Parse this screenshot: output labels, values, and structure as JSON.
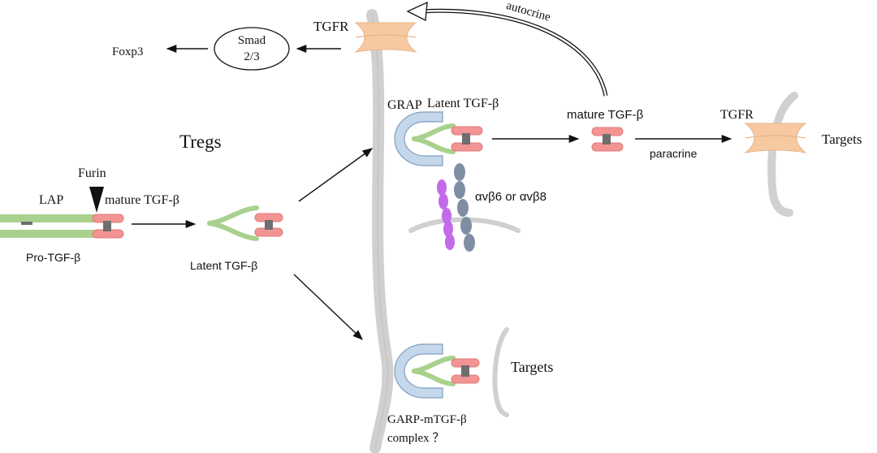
{
  "labels": {
    "tgfr_top": "TGFR",
    "autocrine": "autocrine",
    "smad": "Smad",
    "smad_sub": "2/3",
    "foxp3": "Foxp3",
    "grap": "GRAP",
    "latent_top": "Latent TGF-β",
    "mature_right": "mature TGF-β",
    "tgfr_right": "TGFR",
    "targets_right": "Targets",
    "paracrine": "paracrine",
    "tregs": "Tregs",
    "furin": "Furin",
    "lap": "LAP",
    "mature_left": "mature TGF-β",
    "integrin": "αvβ6 or αvβ8",
    "pro_tgf": "Pro-TGF-β",
    "latent_mid": "Latent TGF-β",
    "targets_bottom": "Targets",
    "garp_line1": "GARP-mTGF-β",
    "garp_line2": "complex ？"
  },
  "colors": {
    "membrane": "#d0d0d0",
    "membrane_edge": "#b5b5b5",
    "receptor": "#f6c9a2",
    "receptor_edge": "#eab48a",
    "tgf_red": "#f29493",
    "tgf_red_edge": "#e07a79",
    "lap_green": "#a9d18e",
    "garp_blue": "#c5d7ea",
    "garp_blue_edge": "#7f9fc1",
    "linker": "#6e6e6e",
    "integrin_purple": "#c26be8",
    "integrin_gray": "#7f8ea3"
  }
}
